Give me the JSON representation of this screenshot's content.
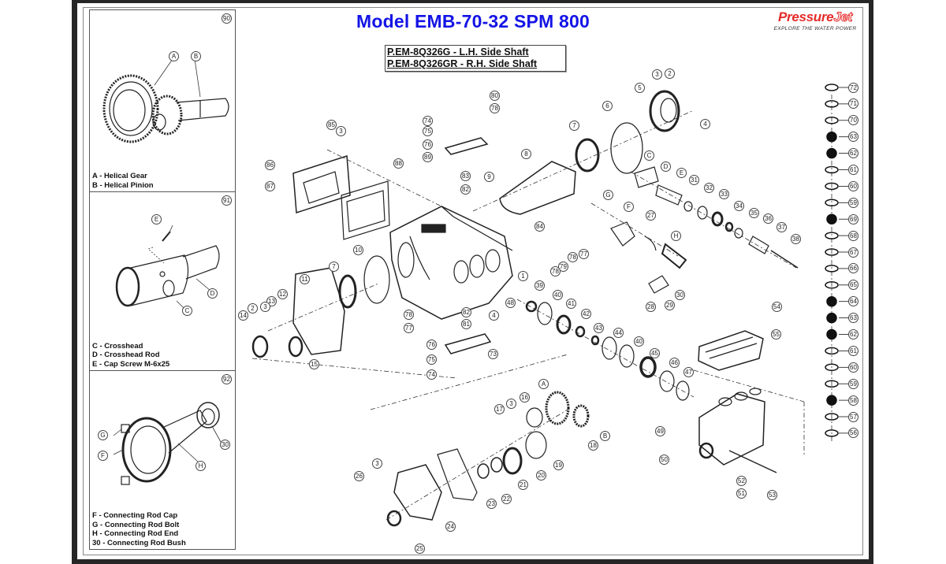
{
  "header": {
    "title": "Model EMB-70-32 SPM 800",
    "subtitle_lines": [
      "P.EM-8Q326G - L.H. Side Shaft",
      "P.EM-8Q326GR - R.H. Side Shaft"
    ]
  },
  "logo": {
    "brand_main": "Pressure",
    "brand_accent": "Jet",
    "tagline": "EXPLORE THE WATER POWER"
  },
  "colors": {
    "title": "#1414e6",
    "brand": "#e52b2b",
    "frame": "#262626"
  },
  "detail_panels": [
    {
      "number": "90",
      "callouts": [
        "A",
        "B"
      ],
      "legend": [
        "A - Helical Gear",
        "B - Helical Pinion"
      ]
    },
    {
      "number": "91",
      "callouts": [
        "E",
        "D",
        "C"
      ],
      "legend": [
        "C - Crosshead",
        "D - Crosshead Rod",
        "E - Cap Screw M-6x25"
      ]
    },
    {
      "number": "92",
      "callouts": [
        "G",
        "F",
        "30",
        "H"
      ],
      "legend": [
        "F - Connecting Rod Cap",
        "G - Connecting Rod Bolt",
        "H - Connecting Rod End",
        "30 - Connecting Rod Bush"
      ]
    }
  ],
  "valve_stack_callouts": [
    "72",
    "71",
    "70",
    "63",
    "62",
    "61",
    "60",
    "59",
    "69",
    "68",
    "67",
    "66",
    "65",
    "64",
    "63",
    "62",
    "61",
    "60",
    "59",
    "58",
    "57",
    "56"
  ],
  "diagram_callouts": [
    "85",
    "3",
    "86",
    "87",
    "88",
    "74",
    "75",
    "76",
    "80",
    "78",
    "89",
    "83",
    "82",
    "9",
    "8",
    "7",
    "6",
    "5",
    "3",
    "2",
    "4",
    "C",
    "D",
    "E",
    "31",
    "32",
    "33",
    "34",
    "35",
    "36",
    "37",
    "38",
    "G",
    "F",
    "27",
    "H",
    "84",
    "79",
    "78",
    "77",
    "78",
    "1",
    "10",
    "7",
    "11",
    "12",
    "13",
    "3",
    "2",
    "14",
    "15",
    "78",
    "77",
    "82",
    "81",
    "4",
    "48",
    "39",
    "40",
    "41",
    "42",
    "43",
    "44",
    "40",
    "45",
    "46",
    "47",
    "28",
    "29",
    "30",
    "54",
    "55",
    "76",
    "75",
    "74",
    "73",
    "A",
    "16",
    "3",
    "17",
    "B",
    "18",
    "19",
    "20",
    "21",
    "22",
    "23",
    "3",
    "26",
    "24",
    "25",
    "49",
    "50",
    "52",
    "51",
    "53"
  ]
}
